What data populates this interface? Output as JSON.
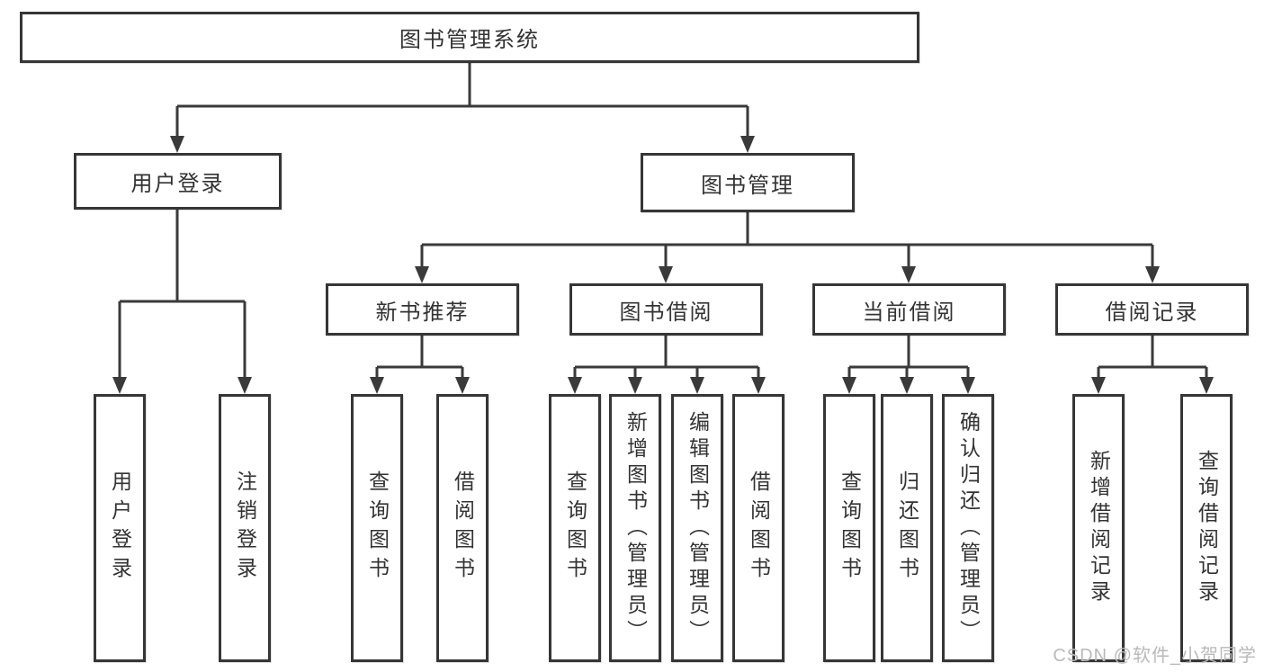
{
  "diagram": {
    "root": {
      "label": "图书管理系统"
    },
    "level2": {
      "user_login": {
        "label": "用户登录"
      },
      "book_management": {
        "label": "图书管理"
      }
    },
    "level3": {
      "new_book_recommendation": {
        "label": "新书推荐"
      },
      "book_borrowing": {
        "label": "图书借阅"
      },
      "current_borrowing": {
        "label": "当前借阅"
      },
      "borrowing_records": {
        "label": "借阅记录"
      }
    },
    "leaves": {
      "user_login": {
        "label": "用户登录"
      },
      "logout": {
        "label": "注销登录"
      },
      "query_books_1": {
        "label": "查询图书"
      },
      "borrow_books_1": {
        "label": "借阅图书"
      },
      "query_books_2": {
        "label": "查询图书"
      },
      "add_book_admin": {
        "label": "新增图书（管理员）"
      },
      "edit_book_admin": {
        "label": "编辑图书（管理员）"
      },
      "borrow_books_2": {
        "label": "借阅图书"
      },
      "query_books_3": {
        "label": "查询图书"
      },
      "return_books": {
        "label": "归还图书"
      },
      "confirm_return_admin": {
        "label": "确认归还（管理员）"
      },
      "add_borrow_record": {
        "label": "新增借阅记录"
      },
      "query_borrow_record": {
        "label": "查询借阅记录"
      }
    }
  },
  "watermark": {
    "text": "CSDN @软件_小贺同学",
    "color": "#b9b9b9"
  },
  "colors": {
    "background": "#ffffff",
    "line": "#3a3a3a",
    "box_border": "#363636",
    "text": "#333333"
  }
}
